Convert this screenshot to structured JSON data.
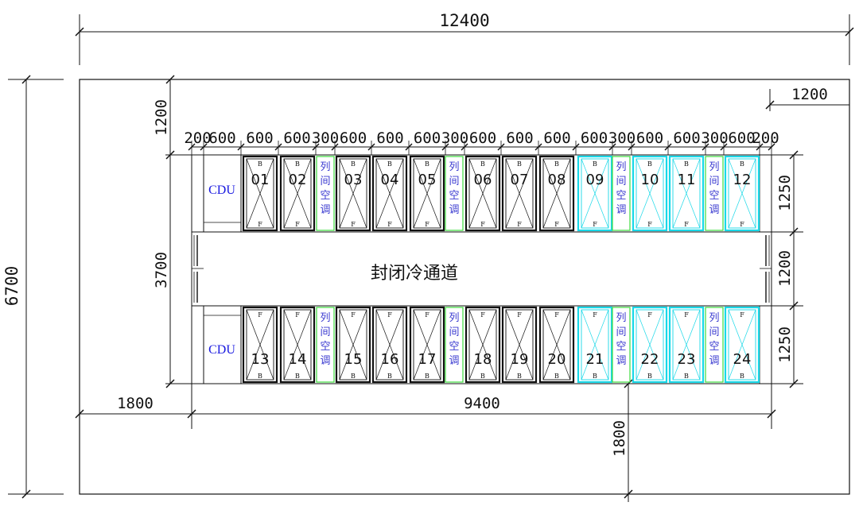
{
  "overall": {
    "width_label": "12400",
    "height_label": "6700"
  },
  "offsets": {
    "top": "1200",
    "right": "1200",
    "left": "1800",
    "bottom": "1800",
    "row_length": "9400",
    "module_depth": "3700",
    "top_row_depth": "1250",
    "aisle_width": "1200",
    "bottom_row_depth": "1250"
  },
  "top_widths": [
    "200",
    "600",
    "600",
    "600",
    "300",
    "600",
    "600",
    "600",
    "300",
    "600",
    "600",
    "600",
    "600",
    "300",
    "600",
    "600",
    "300",
    "600",
    "200"
  ],
  "aisle_label": "封闭冷通道",
  "cdu_label": "CDU",
  "ac_label": [
    "列",
    "间",
    "空",
    "调"
  ],
  "rack_marks": {
    "back": "B",
    "front": "F"
  },
  "top_row": {
    "racks": [
      {
        "id": "01",
        "color": "#111111"
      },
      {
        "id": "02",
        "color": "#111111"
      },
      {
        "id": "03",
        "color": "#111111"
      },
      {
        "id": "04",
        "color": "#111111"
      },
      {
        "id": "05",
        "color": "#111111"
      },
      {
        "id": "06",
        "color": "#111111"
      },
      {
        "id": "07",
        "color": "#111111"
      },
      {
        "id": "08",
        "color": "#111111"
      },
      {
        "id": "09",
        "color": "#18d8e8"
      },
      {
        "id": "10",
        "color": "#18d8e8"
      },
      {
        "id": "11",
        "color": "#18d8e8"
      },
      {
        "id": "12",
        "color": "#18d8e8"
      }
    ]
  },
  "bottom_row": {
    "racks": [
      {
        "id": "13",
        "color": "#111111"
      },
      {
        "id": "14",
        "color": "#111111"
      },
      {
        "id": "15",
        "color": "#111111"
      },
      {
        "id": "16",
        "color": "#111111"
      },
      {
        "id": "17",
        "color": "#111111"
      },
      {
        "id": "18",
        "color": "#111111"
      },
      {
        "id": "19",
        "color": "#111111"
      },
      {
        "id": "20",
        "color": "#111111"
      },
      {
        "id": "21",
        "color": "#18d8e8"
      },
      {
        "id": "22",
        "color": "#18d8e8"
      },
      {
        "id": "23",
        "color": "#18d8e8"
      },
      {
        "id": "24",
        "color": "#18d8e8"
      }
    ]
  },
  "colors": {
    "ac_border": "#3ddc3d",
    "line": "#111111",
    "cdu_text": "#1a1ae0"
  }
}
